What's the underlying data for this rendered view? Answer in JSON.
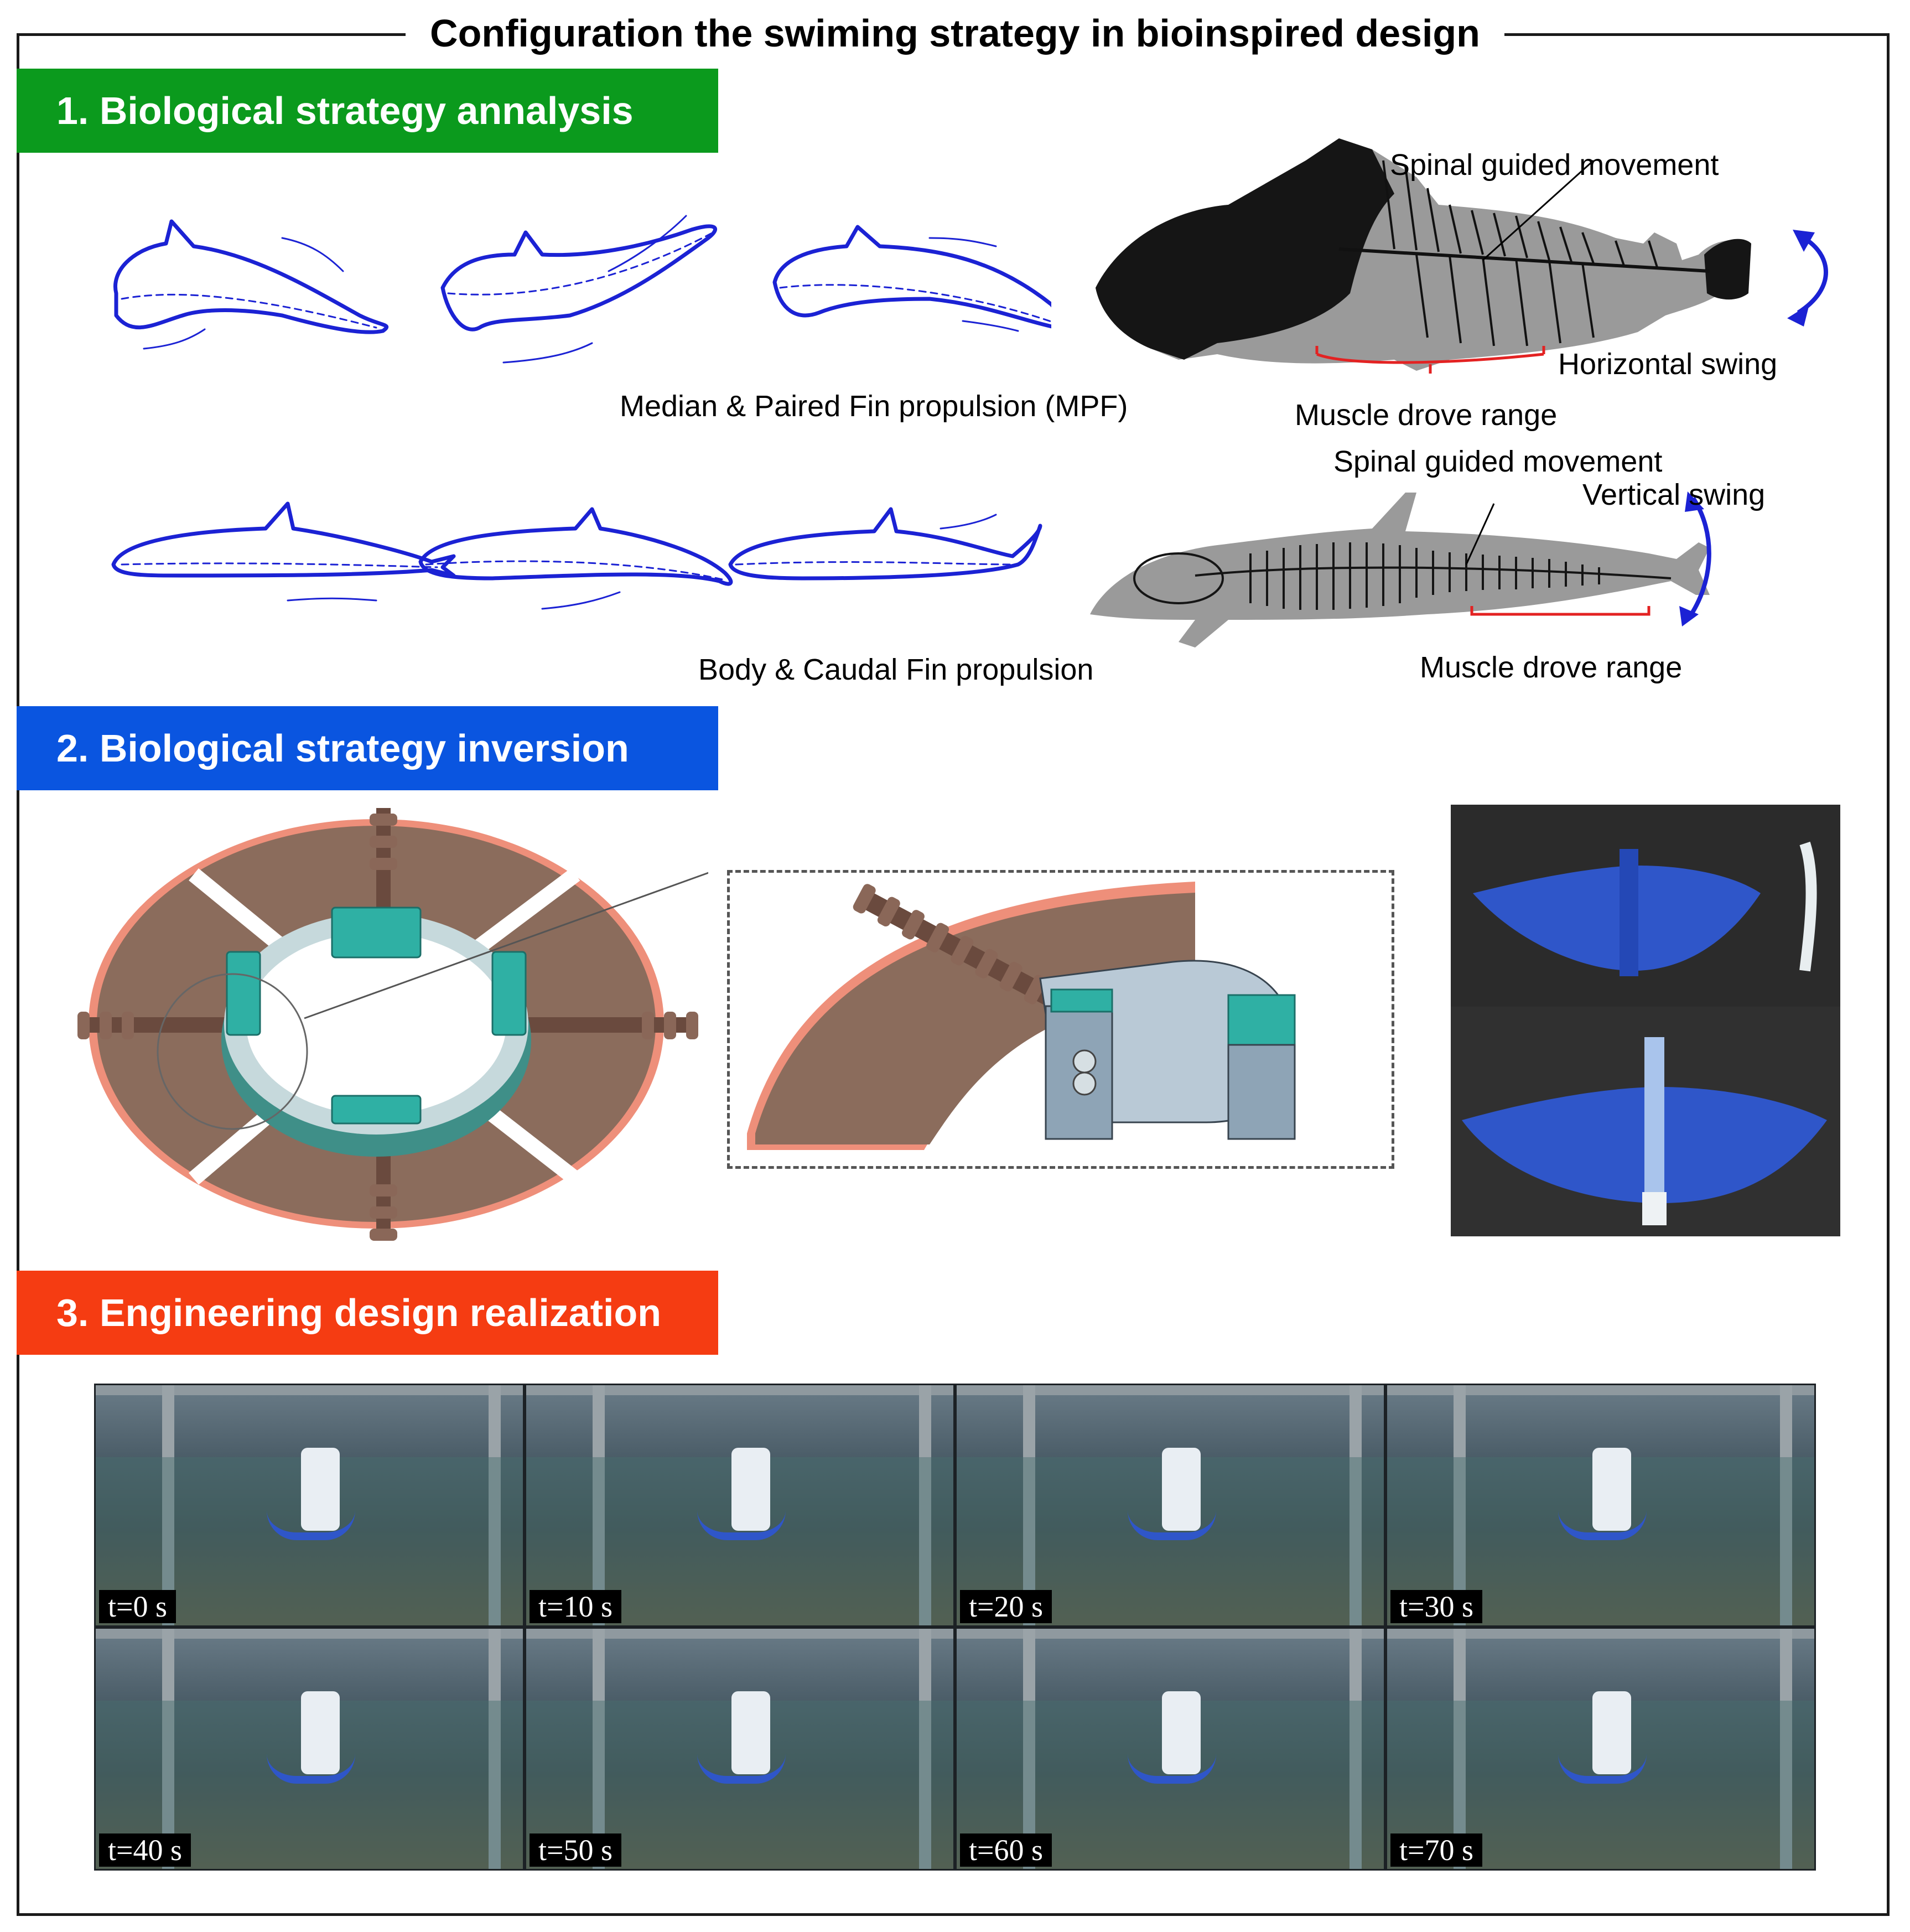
{
  "title": "Configuration the swiming strategy in bioinspired design",
  "colors": {
    "banner_1": "#0b9a1d",
    "banner_2": "#0a55e0",
    "banner_3": "#f53c12",
    "sketch_blue": "#1b22d4",
    "fin_brown": "#8b6c5c",
    "fin_edge": "#ee8f7a",
    "housing_teal": "#2fb0a4"
  },
  "section1": {
    "heading": "1. Biological strategy annalysis",
    "mpf_caption": "Median & Paired Fin propulsion (MPF)",
    "bcf_caption": "Body & Caudal Fin propulsion",
    "fish": {
      "spinal": "Spinal guided movement",
      "swing": "Horizontal swing",
      "muscle": "Muscle drove range"
    },
    "dolphin": {
      "spinal": "Spinal guided movement",
      "swing": "Vertical swing",
      "muscle": "Muscle drove range"
    }
  },
  "section2": {
    "heading": "2. Biological strategy inversion"
  },
  "section3": {
    "heading": "3. Engineering design realization",
    "frames": [
      "t=0 s",
      "t=10 s",
      "t=20 s",
      "t=30 s",
      "t=40 s",
      "t=50 s",
      "t=60 s",
      "t=70 s"
    ]
  }
}
